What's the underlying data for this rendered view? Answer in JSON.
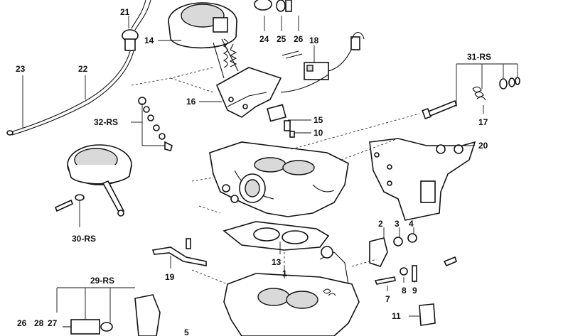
{
  "diagram": {
    "callouts": [
      {
        "id": "21",
        "label": "21"
      },
      {
        "id": "14",
        "label": "14"
      },
      {
        "id": "24",
        "label": "24"
      },
      {
        "id": "25",
        "label": "25"
      },
      {
        "id": "26a",
        "label": "26"
      },
      {
        "id": "18",
        "label": "18"
      },
      {
        "id": "23",
        "label": "23"
      },
      {
        "id": "22",
        "label": "22"
      },
      {
        "id": "31",
        "label": "31-RS"
      },
      {
        "id": "16",
        "label": "16"
      },
      {
        "id": "15",
        "label": "15"
      },
      {
        "id": "32",
        "label": "32-RS"
      },
      {
        "id": "17",
        "label": "17"
      },
      {
        "id": "10",
        "label": "10"
      },
      {
        "id": "20",
        "label": "20"
      },
      {
        "id": "30",
        "label": "30-RS"
      },
      {
        "id": "2",
        "label": "2"
      },
      {
        "id": "3",
        "label": "3"
      },
      {
        "id": "4",
        "label": "4"
      },
      {
        "id": "13",
        "label": "13"
      },
      {
        "id": "19",
        "label": "19"
      },
      {
        "id": "1",
        "label": "1"
      },
      {
        "id": "29",
        "label": "29-RS"
      },
      {
        "id": "8",
        "label": "8"
      },
      {
        "id": "9",
        "label": "9"
      },
      {
        "id": "7",
        "label": "7"
      },
      {
        "id": "11",
        "label": "11"
      },
      {
        "id": "26b",
        "label": "26"
      },
      {
        "id": "28",
        "label": "28"
      },
      {
        "id": "27",
        "label": "27"
      },
      {
        "id": "5",
        "label": "5"
      }
    ]
  }
}
